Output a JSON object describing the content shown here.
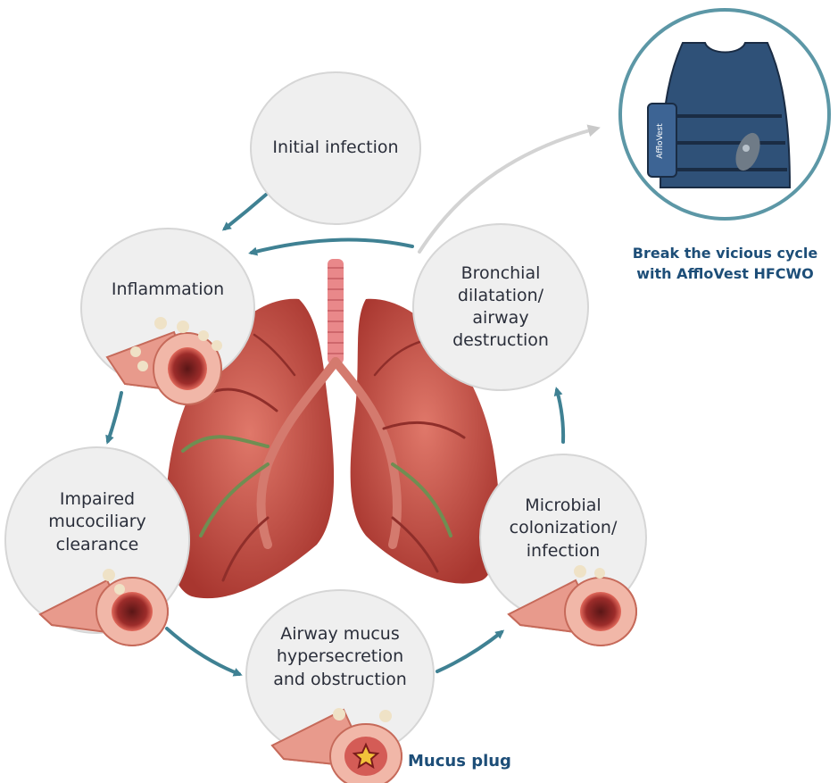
{
  "cycle": {
    "initial_infection": "Initial infection",
    "inflammation": "Inflammation",
    "impaired_clearance": "Impaired mucociliary clearance",
    "mucus_hypersecretion": "Airway mucus hypersecretion and obstruction",
    "microbial_colonization": "Microbial colonization/ infection",
    "bronchial_dilatation": "Bronchial dilatation/ airway destruction"
  },
  "labels": {
    "mucus_plug": "Mucus plug",
    "break_cycle_line1": "Break the vicious cycle",
    "break_cycle_line2": "with AffloVest HFCWO"
  },
  "product": {
    "brand_on_vest": "AffloVest"
  },
  "colors": {
    "arrow": "#3f8193",
    "circle_fill": "#efefef",
    "circle_border": "#d6d6d6",
    "lung": "#c0463d",
    "airway_outer": "#e89a8c",
    "vest": "#2f5178",
    "note_text": "#1d4e78"
  }
}
